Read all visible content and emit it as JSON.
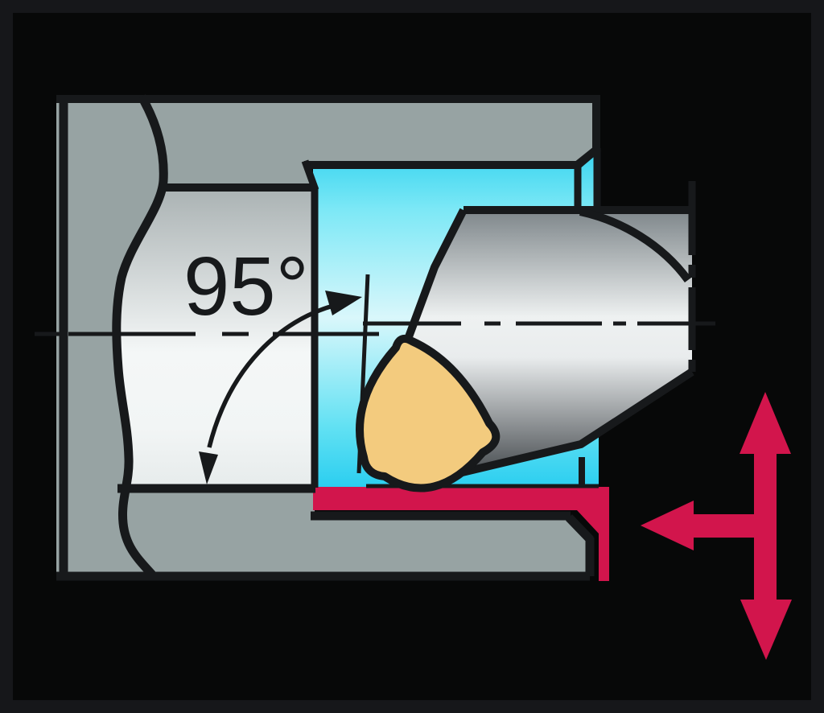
{
  "diagram": {
    "type": "tool-application-illustration",
    "subject": "internal-turning-boring-bar-in-bore-cross-section",
    "angle_label": "95°",
    "colors": {
      "frame": "#16171a",
      "background": "#070808",
      "workpiece_gray": "#97a3a3",
      "line_black": "#17191b",
      "insert_yellow": "#f3cb7e",
      "accent_red": "#d2154c"
    },
    "icons": {
      "angle_arc": "angle-arc-double-arrow",
      "vertical_arrow": "radial-double-headed-arrow",
      "horizontal_arrow": "axial-feed-left-arrow"
    }
  }
}
